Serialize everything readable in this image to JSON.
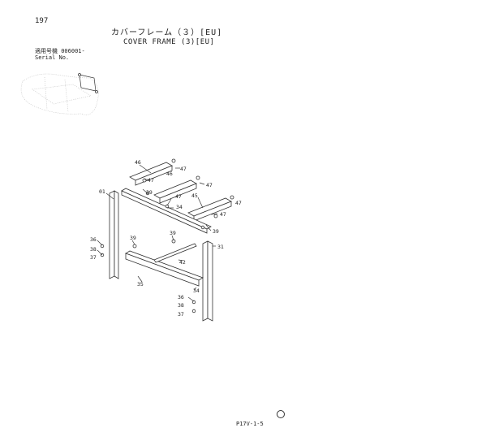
{
  "header": {
    "page_number": "197",
    "title_jp": "カバーフレーム（３）[EU]",
    "title_en": "COVER FRAME (3)[EU]",
    "serial_label_jp": "適用号機 006001-",
    "serial_label_en": "Serial No."
  },
  "footer": {
    "code": "P17V-1-5"
  },
  "callouts": {
    "c46a": "46",
    "c47a": "47",
    "c46b": "46",
    "c47b": "47",
    "c47c": "47",
    "c39a": "39",
    "c47d": "47",
    "c01": "01",
    "c34a": "34",
    "c45": "45",
    "c47e": "47",
    "c47f": "47",
    "c39b": "39",
    "c36a": "36",
    "c38a": "38",
    "c37a": "37",
    "c39c": "39",
    "c39d": "39",
    "c31": "31",
    "c42": "42",
    "c35": "35",
    "c34b": "34",
    "c36b": "36",
    "c38b": "38",
    "c37b": "37"
  }
}
